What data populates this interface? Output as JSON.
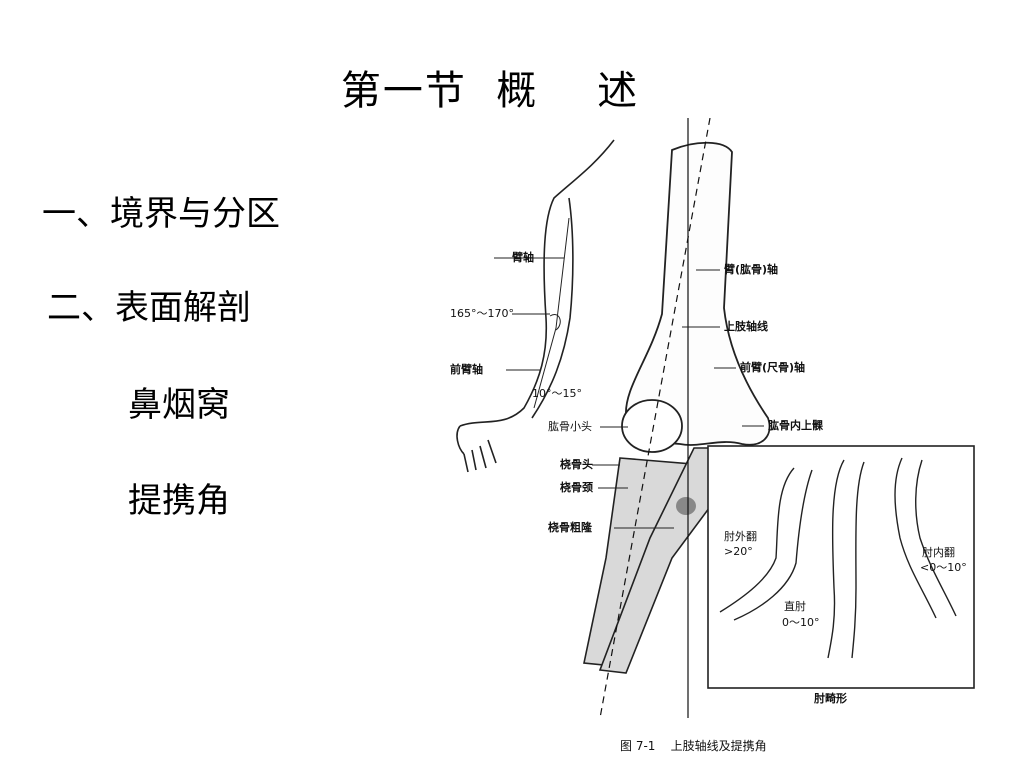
{
  "slide": {
    "title": "第一节  概    述",
    "outline": [
      {
        "label": "一、境界与分区"
      },
      {
        "label": "二、表面解剖"
      },
      {
        "label": "鼻烟窝"
      },
      {
        "label": "提携角"
      }
    ]
  },
  "figure": {
    "labels": {
      "arm_axis": "臂轴",
      "angle_165_170": "165°～170°",
      "forearm_axis": "前臂轴",
      "angle_10_15": "10°～15°",
      "humerus_axis": "臂(肱骨)轴",
      "limb_axis": "上肢轴线",
      "ulna_axis": "前臂(尺骨)轴",
      "capitulum": "肱骨小头",
      "medial_epicondyle": "肱骨内上髁",
      "radial_head": "桡骨头",
      "radial_neck": "桡骨颈",
      "radial_tuberosity": "桡骨粗隆"
    },
    "inset": {
      "cubitus_valgus": "肘外翻",
      "valgus_angle": ">20°",
      "cubitus_varus": "肘内翻",
      "varus_angle": "<0～10°",
      "straight_elbow": "直肘",
      "straight_angle": "0～10°",
      "deformity_caption": "肘畸形"
    },
    "caption": "图 7-1    上肢轴线及提携角"
  }
}
